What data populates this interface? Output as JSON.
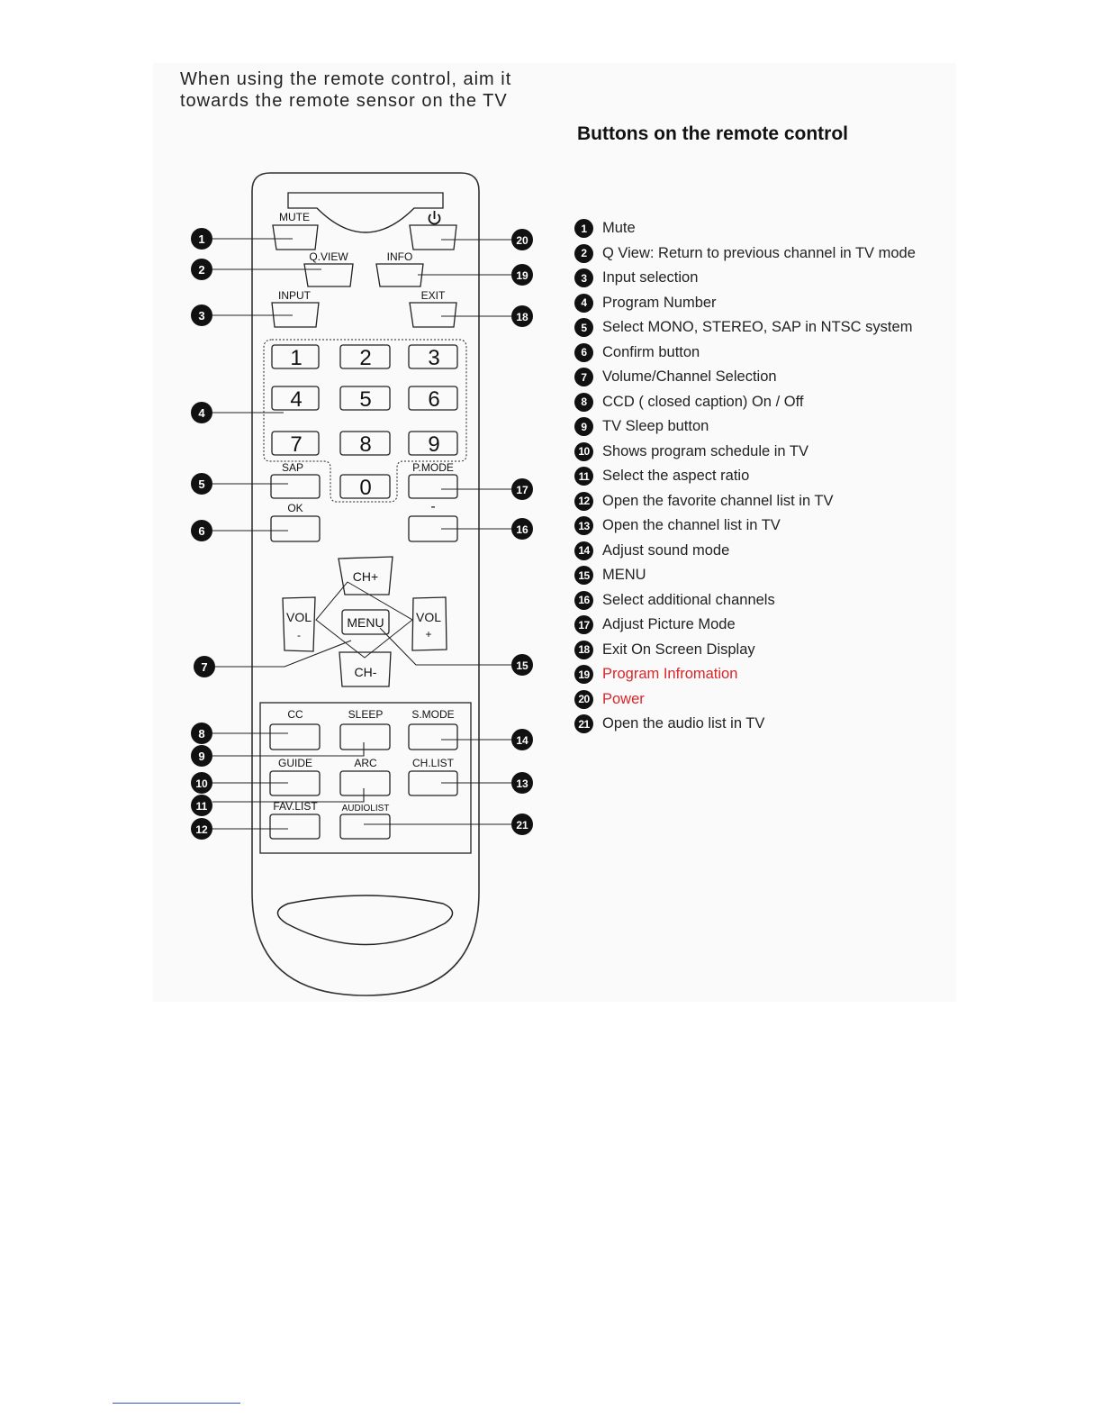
{
  "intro": {
    "line1": "When using the remote control, aim it",
    "line2": "towards the remote sensor on the TV"
  },
  "section_title": "Buttons on the remote control",
  "remote": {
    "labels": {
      "mute": "MUTE",
      "qview": "Q.VIEW",
      "info": "INFO",
      "input": "INPUT",
      "exit": "EXIT",
      "sap": "SAP",
      "pmode": "P.MODE",
      "ok": "OK",
      "minus": "-",
      "chplus": "CH+",
      "chminus": "CH-",
      "vol": "VOL",
      "vol_minus_sign": "-",
      "vol_plus_sign": "+",
      "menu": "MENU",
      "cc": "CC",
      "sleep": "SLEEP",
      "smode": "S.MODE",
      "guide": "GUIDE",
      "arc": "ARC",
      "chlist": "CH.LIST",
      "favlist": "FAV.LIST",
      "audiolist": "AUDIOLIST"
    },
    "digits": [
      "1",
      "2",
      "3",
      "4",
      "5",
      "6",
      "7",
      "8",
      "9",
      "0"
    ],
    "callouts": [
      "1",
      "2",
      "3",
      "4",
      "5",
      "6",
      "7",
      "8",
      "9",
      "10",
      "11",
      "12",
      "13",
      "14",
      "15",
      "16",
      "17",
      "18",
      "19",
      "20",
      "21"
    ],
    "power_icon": "power-icon"
  },
  "legend": [
    {
      "num": "1",
      "text": "Mute",
      "color": "#222222"
    },
    {
      "num": "2",
      "text": "Q View: Return to previous channel in TV mode",
      "color": "#222222"
    },
    {
      "num": "3",
      "text": "Input selection",
      "color": "#222222"
    },
    {
      "num": "4",
      "text": "Program Number",
      "color": "#222222"
    },
    {
      "num": "5",
      "text": "Select MONO, STEREO, SAP in NTSC system",
      "color": "#222222"
    },
    {
      "num": "6",
      "text": "Confirm button",
      "color": "#222222"
    },
    {
      "num": "7",
      "text": "Volume/Channel Selection",
      "color": "#222222"
    },
    {
      "num": "8",
      "text": "CCD ( closed caption) On / Off",
      "color": "#222222"
    },
    {
      "num": "9",
      "text": "TV Sleep button",
      "color": "#222222"
    },
    {
      "num": "10",
      "text": "Shows program schedule in TV",
      "color": "#222222"
    },
    {
      "num": "11",
      "text": "Select the aspect ratio",
      "color": "#222222"
    },
    {
      "num": "12",
      "text": "Open the favorite channel list in TV",
      "color": "#222222"
    },
    {
      "num": "13",
      "text": "Open the channel list in TV",
      "color": "#222222"
    },
    {
      "num": "14",
      "text": "Adjust sound mode",
      "color": "#222222"
    },
    {
      "num": "15",
      "text": "MENU",
      "color": "#222222"
    },
    {
      "num": "16",
      "text": "Select additional channels",
      "color": "#222222"
    },
    {
      "num": "17",
      "text": "Adjust Picture Mode",
      "color": "#222222"
    },
    {
      "num": "18",
      "text": "Exit On Screen Display",
      "color": "#222222"
    },
    {
      "num": "19",
      "text": "Program Infromation",
      "color": "#d9262b"
    },
    {
      "num": "20",
      "text": "Power",
      "color": "#d9262b"
    },
    {
      "num": "21",
      "text": "Open the audio list in TV",
      "color": "#222222"
    }
  ]
}
